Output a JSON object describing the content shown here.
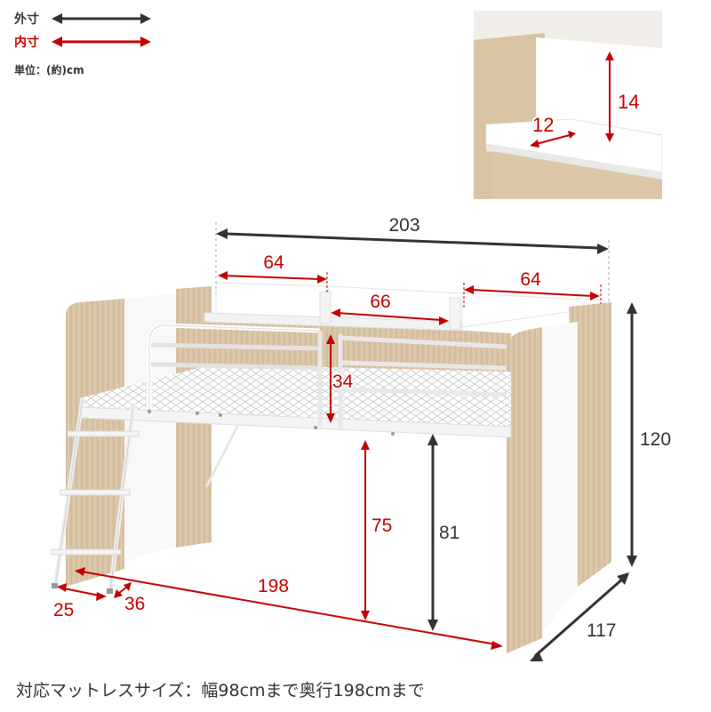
{
  "legend": {
    "outer_label": "外寸",
    "inner_label": "内寸",
    "unit": "単位：(約)cm",
    "outer_color": "#333333",
    "inner_color": "#c40000"
  },
  "inset": {
    "shelf_height": "14",
    "shelf_depth": "12"
  },
  "dimensions": {
    "overall_width": "203",
    "shelf_left_width": "64",
    "shelf_middle_width": "66",
    "shelf_right_width": "64",
    "guard_height": "34",
    "overall_height": "120",
    "under_clearance_inner": "75",
    "floor_height_outer": "81",
    "inner_length": "198",
    "overall_depth": "117",
    "ladder_width": "25",
    "ladder_depth": "36"
  },
  "footer": {
    "mattress_note": "対応マットレスサイズ：幅98cmまで奥行198cmまで"
  },
  "colors": {
    "wood": "#d9c4a6",
    "wood_dark": "#c9b08c",
    "white_panel": "#f7f7f7",
    "dim_red": "#c40000",
    "dim_dark": "#333333"
  }
}
